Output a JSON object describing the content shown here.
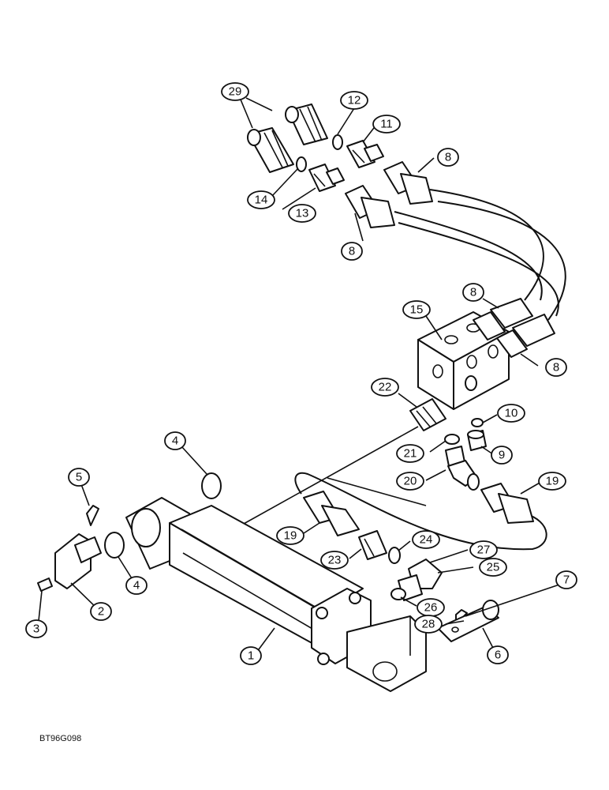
{
  "figure_code": "BT96G098",
  "callouts": {
    "c1": "1",
    "c2": "2",
    "c3": "3",
    "c4a": "4",
    "c4b": "4",
    "c5": "5",
    "c6": "6",
    "c7": "7",
    "c8a": "8",
    "c8b": "8",
    "c8c": "8",
    "c8d": "8",
    "c9": "9",
    "c10": "10",
    "c11": "11",
    "c12": "12",
    "c13": "13",
    "c14": "14",
    "c15": "15",
    "c19a": "19",
    "c19b": "19",
    "c20": "20",
    "c21": "21",
    "c22": "22",
    "c23": "23",
    "c24": "24",
    "c25": "25",
    "c26": "26",
    "c27": "27",
    "c28": "28",
    "c29": "29"
  }
}
